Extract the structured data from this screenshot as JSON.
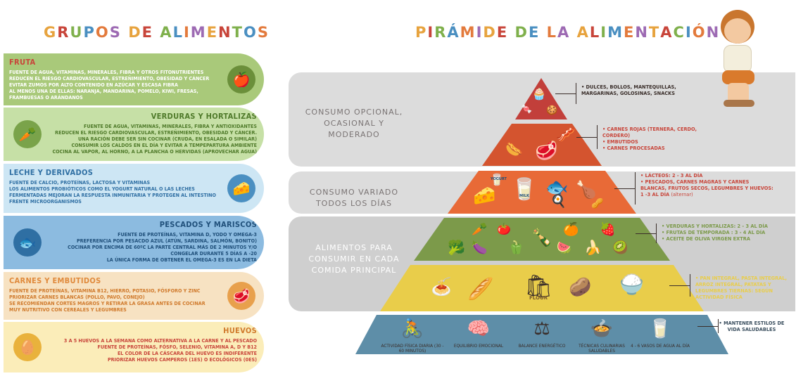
{
  "titles": {
    "left": "GRUPOS DE ALIMENTOS",
    "right": "PIRÁMIDE DE LA ALIMENTACIÓN"
  },
  "colors": {
    "title_letters": [
      "#e7a33e",
      "#c8453a",
      "#7fb04c",
      "#4a8fc1",
      "#e37a3c",
      "#9d6ab3"
    ],
    "fruta": "#a9c97a",
    "verduras": "#c6e0a6",
    "leche": "#cde6f4",
    "pescados": "#8cbbe0",
    "carnes": "#f7e2c2",
    "huevos": "#fbedb9",
    "band": "#dcdcdc",
    "tier_top": "#c23f3a",
    "tier_2": "#d4542f",
    "tier_3": "#e86a37",
    "tier_4": "#7c9a4a",
    "tier_5": "#e9cd4a",
    "tier_6": "#5e8ea8"
  },
  "groups": {
    "fruta": {
      "title": "FRUTA",
      "icon": "fruit-bowl-icon",
      "lines": [
        "FUENTE DE AGUA, VITAMINAS, MINERALES, FIBRA Y OTROS FITONUTRIENTES",
        "REDUCEN EL RIESGO CARDIOVASCULAR, ESTREÑIMIENTO, OBESIDAD Y CÁNCER",
        "EVITAR ZUMOS POR ALTO CONTENIDO EN AZÚCAR Y ESCASA FIBRA",
        "AL MENOS UNA DE ELLAS: NARANJA, MANDARINA, POMELO, KIWI, FRESAS, FRAMBUESAS O ARÁNDANOS"
      ]
    },
    "verduras": {
      "title": "VERDURAS Y HORTALIZAS",
      "icon": "vegetables-icon",
      "lines": [
        "FUENTE DE AGUA, VITAMINAS, MINERALES, FIBRA Y ANTIOXIDANTES",
        "REDUCEN EL RIESGO CARDIOVASCULAR, ESTREÑIMIENTO, OBESIDAD Y CÁNCER.",
        "UNA RACIÓN DEBE SER SIN COCINAR (CRUDA, EN ESALADA O SIMILAR)",
        "CONSUMIR LOS CALDOS EN EL DÍA Y EVITAR A TEMPEPARTURA AMBIENTE",
        "COCINA AL VAPOR, AL HORNO, A LA PLANCHA O HERVIDAS (APROVECHAR AGUA)"
      ]
    },
    "leche": {
      "title": "LECHE Y DERIVADOS",
      "icon": "dairy-icon",
      "lines": [
        "FUENTE DE CALCIO, PROTEÍNAS, LACTOSA Y VITAMINAS",
        "LOS ALIMENTOS PROBIÓTICOS COMO EL YOGURT NATURAL O LAS LECHES FERMENTADAS MEJORAN LA RESPUESTA INMUNITARIA Y PROTEGEN AL INTESTINO FRENTE MICROORGANISMOS"
      ]
    },
    "pescados": {
      "title": "PESCADOS Y MARISCOS",
      "icon": "fish-icon",
      "lines": [
        "FUENTE DE PROTEÍNAS, VITAMINA D, YODO Y OMEGA-3",
        "PREFERENCIA POR PESACDO AZUL (ATÚN, SARDINA, SALMÓN, BONITO)",
        "COCINAR POR ENCIMA DE 60ºC LA PARTE CENTRAL MÁS DE 2 MINUTOS Y/O",
        "CONGELAR DURANTE 5 DÍAS A -20",
        "LA ÚNICA FORMA DE OBTENER EL OMEGA-3 ES EN LA DIETA"
      ]
    },
    "carnes": {
      "title": "CARNES Y EMBUTIDOS",
      "icon": "steak-icon",
      "lines": [
        "FUENTE DE PROTEÍNAS, VITAMINA B12, HIERRO, POTASIO, FÓSFORO Y ZINC",
        "PRIORIZAR CARNES BLANCAS (POLLO, PAVO, CONEJO)",
        "SE RECOMIENDAN CORTES MAGROS Y RETIRAR LA GRASA ANTES DE COCINAR",
        "MUY NUTRITIVO CON CEREALES Y LEGUMBRES"
      ]
    },
    "huevos": {
      "title": "HUEVOS",
      "icon": "egg-icon",
      "lines": [
        "3 A 5 HUEVOS A LA SEMANA COMO ALTERNATIVA A LA CARNE Y AL PESCADO",
        "FUENTE DE PROTEÍNAS, FÓSFO, SELENIO, VITAMINA A, D Y B12",
        "EL COLOR DE LA CÁSCARA DEL HUEVO ES INDIFERENTE",
        "PRIORIZAR HUEVOS CAMPEROS (1ES) O ECOLÓGICOS (0ES)"
      ]
    }
  },
  "bands": {
    "opcional": [
      "CONSUMO OPCIONAL,",
      "OCASIONAL Y",
      "MODERADO"
    ],
    "variado": [
      "CONSUMO VARIADO",
      "TODOS LOS DÍAS"
    ],
    "principal": [
      "ALIMENTOS PARA",
      "CONSUMIR EN CADA",
      "COMIDA PRINCIPAL"
    ]
  },
  "notes": {
    "tier1": [
      "DULCES, BOLLOS, MANTEQUILLAS, MARGARINAS, GOLOSINAS, SNACKS"
    ],
    "tier2": [
      "CARNES ROJAS (TERNERA, CERDO, CORDERO)",
      "EMBUTIDOS",
      "CARNES PROCESADAS"
    ],
    "tier3_lacteos": "LÁCTEOS: 2 - 3 al día",
    "tier3_pescados": "PESCADOS, CARNES MAGRAS Y CARNES BLANCAS, FRUTOS SECOS, LEGUMBRES Y HUEVOS: 1 -3 AL DÍA",
    "tier3_alternar": "(alternar)",
    "tier4": [
      "VERDURAS Y HORTALIZAS: 2 - 3 al día",
      "FRUTAS DE TEMPORADA : 3 - 4 al día",
      "ACEITE DE OLIVA VIRGEN EXTRA"
    ],
    "tier5": "PAN INTEGRAL, PASTA INTEGRAL, ARROZ INTEGRAL, PATATAS Y LEGUMBRES TIERNAS: según actividad física",
    "tier6": "MANTENER ESTILOS DE VIDA SALUDABLES"
  },
  "foods": {
    "yogurt_label": "YOGURT",
    "milk_label": "MILK",
    "flour_label": "FLOUR"
  },
  "bottom": [
    {
      "label": "ACTIVIDAD FÍSICA DIARIA (30 - 60 MINUTOS)",
      "icon": "bicycle-icon"
    },
    {
      "label": "EQUILIBRIO EMOCIONAL",
      "icon": "brain-icon"
    },
    {
      "label": "BALANCE ENERGÉTICO",
      "icon": "scale-icon"
    },
    {
      "label": "TÉCNICAS CULINARIAS SALUDABLES",
      "icon": "pot-icon"
    },
    {
      "label": "4 - 6 VASOS DE AGUA AL DÍA",
      "icon": "water-glass-icon"
    }
  ]
}
